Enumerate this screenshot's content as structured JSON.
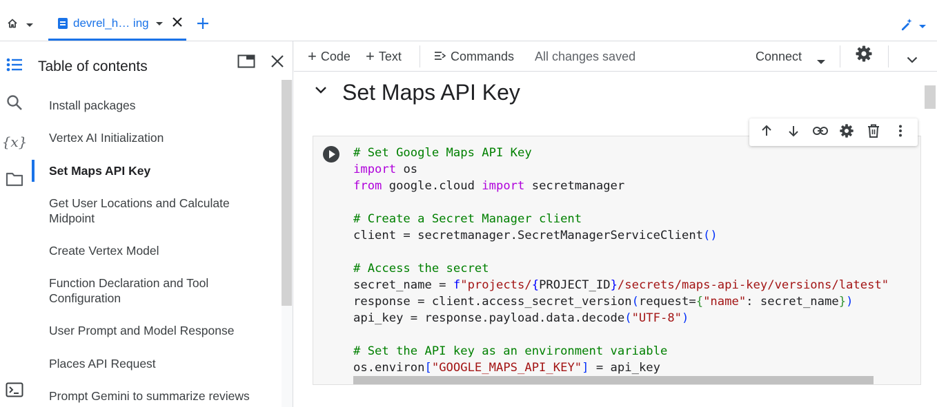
{
  "tab": {
    "title": "devrel_h… ing"
  },
  "toc": {
    "title": "Table of contents",
    "items": [
      {
        "label": "Install packages"
      },
      {
        "label": "Vertex AI Initialization"
      },
      {
        "label": "Set Maps API Key"
      },
      {
        "label": "Get User Locations and Calculate Midpoint"
      },
      {
        "label": "Create Vertex Model"
      },
      {
        "label": "Function Declaration and Tool Configuration"
      },
      {
        "label": "User Prompt and Model Response"
      },
      {
        "label": "Places API Request"
      },
      {
        "label": "Prompt Gemini to summarize reviews"
      }
    ],
    "active_item": "Set Maps API Key"
  },
  "toolbar": {
    "code_label": "Code",
    "text_label": "Text",
    "commands_label": "Commands",
    "status": "All changes saved",
    "connect_label": "Connect"
  },
  "section": {
    "title": "Set Maps API Key"
  },
  "code_cell": {
    "lines": [
      [
        {
          "t": "comment",
          "v": "# Set Google Maps API Key"
        }
      ],
      [
        {
          "t": "kw",
          "v": "import"
        },
        {
          "t": "plain",
          "v": " os"
        }
      ],
      [
        {
          "t": "kw",
          "v": "from"
        },
        {
          "t": "plain",
          "v": " google.cloud "
        },
        {
          "t": "kw",
          "v": "import"
        },
        {
          "t": "plain",
          "v": " secretmanager"
        }
      ],
      [],
      [
        {
          "t": "comment",
          "v": "# Create a Secret Manager client"
        }
      ],
      [
        {
          "t": "plain",
          "v": "client = secretmanager.SecretManagerServiceClient"
        },
        {
          "t": "paren",
          "v": "()"
        }
      ],
      [],
      [
        {
          "t": "comment",
          "v": "# Access the secret"
        }
      ],
      [
        {
          "t": "plain",
          "v": "secret_name = "
        },
        {
          "t": "interp",
          "v": "f"
        },
        {
          "t": "str",
          "v": "\"projects/"
        },
        {
          "t": "interp",
          "v": "{"
        },
        {
          "t": "plain",
          "v": "PROJECT_ID"
        },
        {
          "t": "interp",
          "v": "}"
        },
        {
          "t": "str",
          "v": "/secrets/maps-api-key/versions/latest\""
        }
      ],
      [
        {
          "t": "plain",
          "v": "response = client.access_secret_version"
        },
        {
          "t": "paren",
          "v": "("
        },
        {
          "t": "plain",
          "v": "request="
        },
        {
          "t": "brace",
          "v": "{"
        },
        {
          "t": "str",
          "v": "\"name\""
        },
        {
          "t": "plain",
          "v": ": secret_name"
        },
        {
          "t": "brace",
          "v": "}"
        },
        {
          "t": "paren",
          "v": ")"
        }
      ],
      [
        {
          "t": "plain",
          "v": "api_key = response.payload.data.decode"
        },
        {
          "t": "paren",
          "v": "("
        },
        {
          "t": "str",
          "v": "\"UTF-8\""
        },
        {
          "t": "paren",
          "v": ")"
        }
      ],
      [],
      [
        {
          "t": "comment",
          "v": "# Set the API key as an environment variable"
        }
      ],
      [
        {
          "t": "plain",
          "v": "os.environ"
        },
        {
          "t": "paren",
          "v": "["
        },
        {
          "t": "str",
          "v": "\"GOOGLE_MAPS_API_KEY\""
        },
        {
          "t": "paren",
          "v": "]"
        },
        {
          "t": "plain",
          "v": " = api_key"
        }
      ]
    ]
  },
  "colors": {
    "accent": "#1a73e8",
    "comment": "#008000",
    "keyword": "#af00db",
    "string": "#a31515",
    "bracket": "#0431fa"
  }
}
